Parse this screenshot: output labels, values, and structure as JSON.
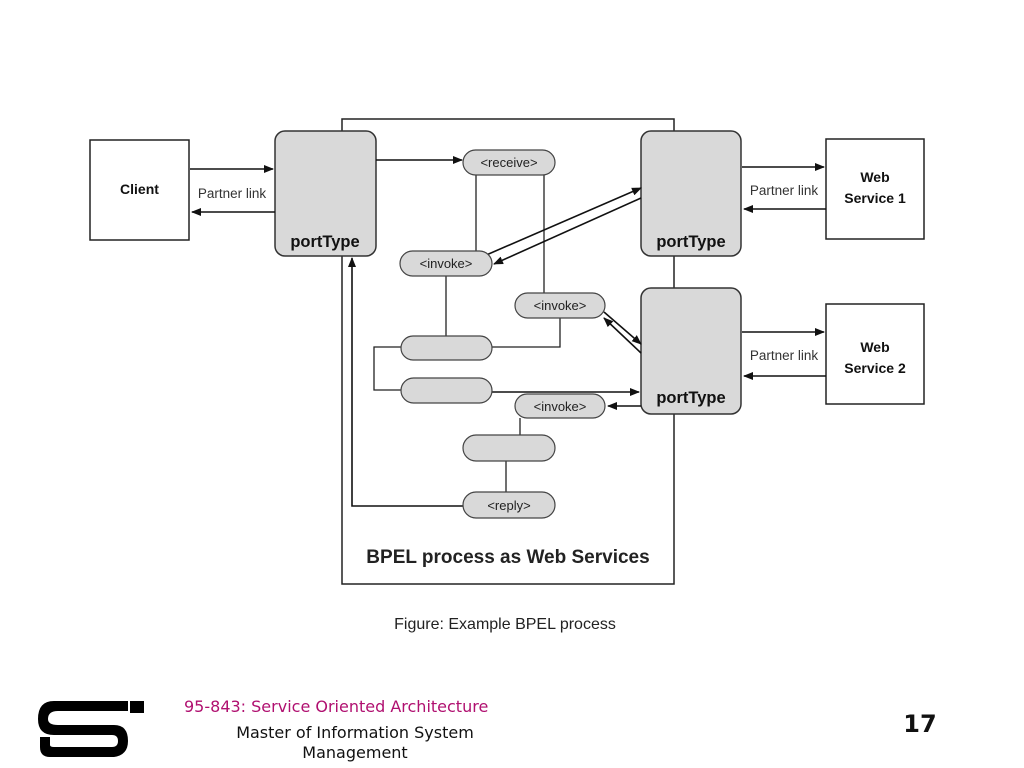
{
  "diagram": {
    "client_label": "Client",
    "ws1_label_line1": "Web",
    "ws1_label_line2": "Service 1",
    "ws2_label_line1": "Web",
    "ws2_label_line2": "Service 2",
    "partner_link_client": "Partner link",
    "partner_link_ws1": "Partner link",
    "partner_link_ws2": "Partner link",
    "porttype_client": "portType",
    "porttype_ws1": "portType",
    "porttype_ws2": "portType",
    "receive_label": "<receive>",
    "invoke1_label": "<invoke>",
    "invoke2_label": "<invoke>",
    "invoke3_label": "<invoke>",
    "reply_label": "<reply>",
    "process_title": "BPEL process as Web Services"
  },
  "caption": "Figure: Example BPEL process",
  "footer": {
    "course": "95-843: Service Oriented Architecture",
    "program": "Master of Information System Management",
    "page_number": "17",
    "course_color": "#b01070"
  },
  "icons": {
    "logo": "carnegie-mellon-heinz-logo-icon"
  }
}
